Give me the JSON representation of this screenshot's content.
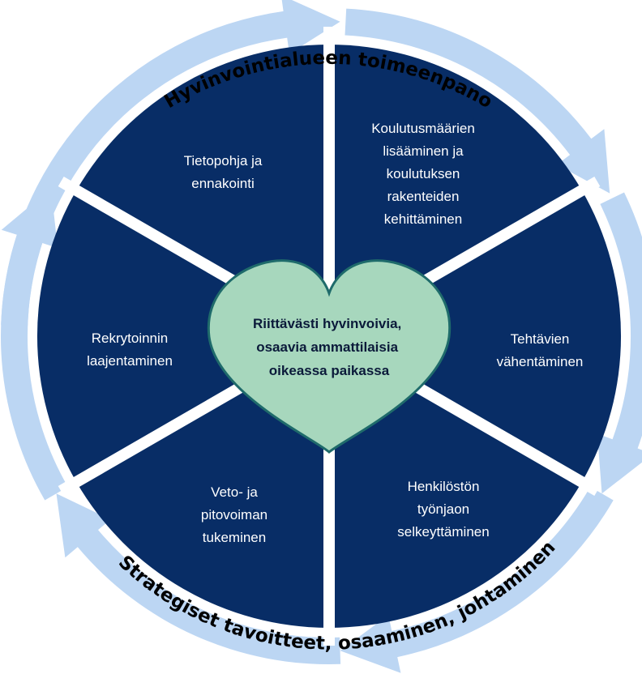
{
  "colors": {
    "segment_fill": "#082d66",
    "divider": "#ffffff",
    "ring_arrow": "#bcd6f3",
    "heart_fill": "#a7d7bd",
    "heart_stroke": "#1f6b6b",
    "center_text": "#0b1a3a",
    "label_text": "#ffffff",
    "arc_text": "#000000"
  },
  "ring_text": {
    "top": "Hyvinvointialueen toimeenpano",
    "bottom": "Strategiset tavoitteet, osaaminen, johtaminen"
  },
  "center": {
    "lines": [
      "Riittävästi hyvinvoivia,",
      "osaavia ammattilaisia",
      "oikeassa paikassa"
    ]
  },
  "segments": [
    {
      "name": "segment-tietopohja",
      "lines": [
        "Tietopohja ja",
        "ennakointi"
      ]
    },
    {
      "name": "segment-koulutusmaarat",
      "lines": [
        "Koulutusmäärien",
        "lisääminen ja",
        "koulutuksen",
        "rakenteiden",
        "kehittäminen"
      ]
    },
    {
      "name": "segment-tehtavat",
      "lines": [
        "Tehtävien",
        "vähentäminen"
      ]
    },
    {
      "name": "segment-tyonjako",
      "lines": [
        "Henkilöstön",
        "työnjaon",
        "selkeyttäminen"
      ]
    },
    {
      "name": "segment-veto-pitovoima",
      "lines": [
        "Veto- ja",
        "pitovoiman",
        "tukeminen"
      ]
    },
    {
      "name": "segment-rekrytointi",
      "lines": [
        "Rekrytoinnin",
        "laajentaminen"
      ]
    }
  ]
}
